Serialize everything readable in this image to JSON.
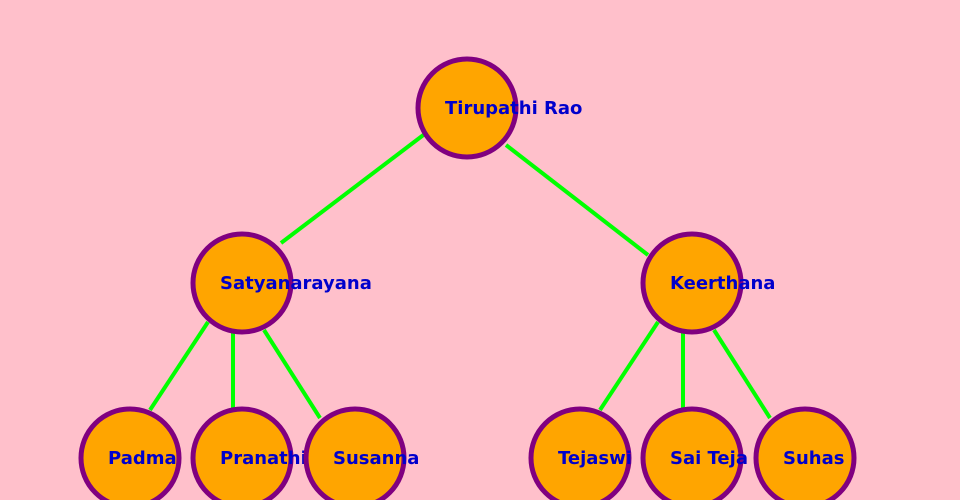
{
  "tree": {
    "root": {
      "name": "Tirupathi Rao",
      "children": [
        {
          "name": "Satyanarayana",
          "children": [
            {
              "name": "Padma"
            },
            {
              "name": "Pranathi"
            },
            {
              "name": "Susanna"
            }
          ]
        },
        {
          "name": "Keerthana",
          "children": [
            {
              "name": "Tejaswi"
            },
            {
              "name": "Sai Teja"
            },
            {
              "name": "Suhas"
            }
          ]
        }
      ]
    }
  },
  "colors": {
    "background": "#ffc0cb",
    "node_fill": "#ffa500",
    "node_border": "#800080",
    "edge": "#00ff00",
    "label": "#0000cc"
  }
}
